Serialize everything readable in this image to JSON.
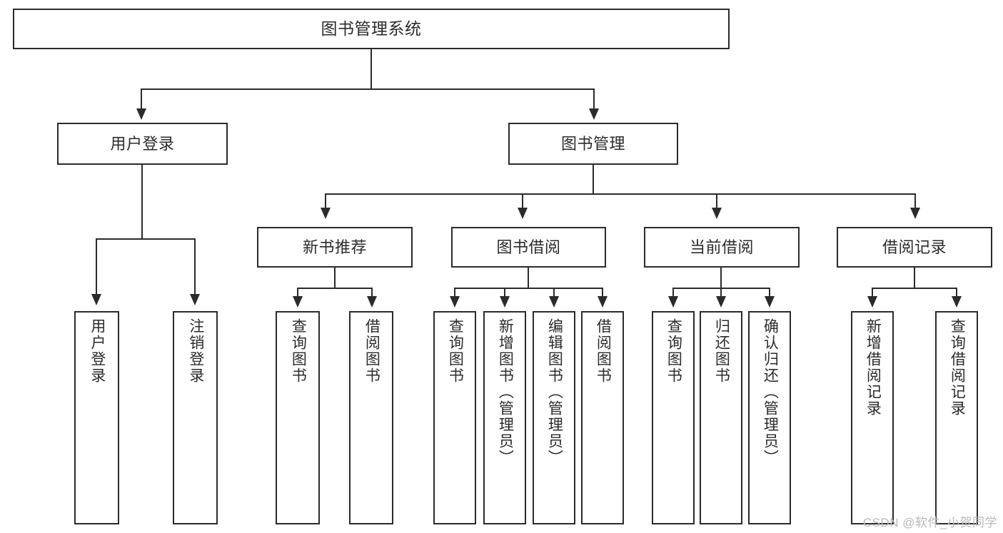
{
  "diagram": {
    "title": "图书管理系统",
    "root": {
      "label": "图书管理系统"
    },
    "level2": [
      {
        "label": "用户登录"
      },
      {
        "label": "图书管理"
      }
    ],
    "level3": [
      {
        "label": "新书推荐"
      },
      {
        "label": "图书借阅"
      },
      {
        "label": "当前借阅"
      },
      {
        "label": "借阅记录"
      }
    ],
    "leaves": {
      "user_login": [
        {
          "label": "用户登录"
        },
        {
          "label": "注销登录"
        }
      ],
      "new_book_recommend": [
        {
          "label": "查询图书"
        },
        {
          "label": "借阅图书"
        }
      ],
      "book_borrow": [
        {
          "label": "查询图书"
        },
        {
          "label": "新增图书（管理员）"
        },
        {
          "label": "编辑图书（管理员）"
        },
        {
          "label": "借阅图书"
        }
      ],
      "current_borrow": [
        {
          "label": "查询图书"
        },
        {
          "label": "归还图书"
        },
        {
          "label": "确认归还（管理员）"
        }
      ],
      "borrow_record": [
        {
          "label": "新增借阅记录"
        },
        {
          "label": "查询借阅记录"
        }
      ]
    }
  },
  "watermark": {
    "text": "CSDN @软件_小贺同学"
  },
  "colors": {
    "stroke": "#2b2b2b",
    "background": "#ffffff",
    "watermark": "#b9b9b9"
  }
}
